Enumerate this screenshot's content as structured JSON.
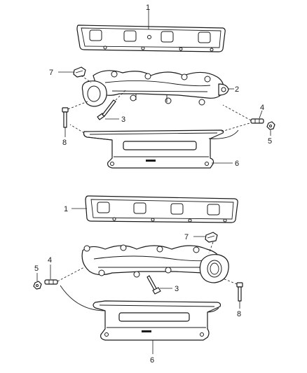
{
  "callouts": {
    "c1_top": "1",
    "c2": "2",
    "c3_top": "3",
    "c4_top": "4",
    "c5_top": "5",
    "c6_top": "6",
    "c7_top": "7",
    "c8_top": "8",
    "c1_bottom": "1",
    "c3_bottom": "3",
    "c4_bottom": "4",
    "c5_bottom": "5",
    "c6_bottom": "6",
    "c7_bottom": "7",
    "c8_bottom": "8"
  }
}
